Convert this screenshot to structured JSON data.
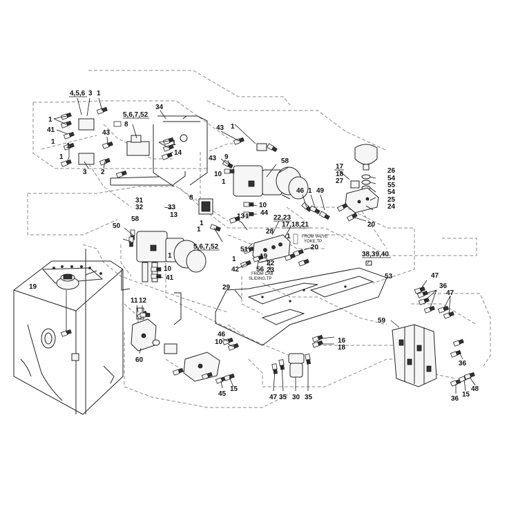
{
  "labels": {
    "l1": "4,5,6",
    "l2": "3",
    "l3": "1",
    "l4": "34",
    "l5": "5,6,7,52",
    "l6": "1",
    "l7": "41",
    "l8": "43",
    "l9": "8",
    "l10": "1",
    "l11": "1",
    "l12": "14",
    "l13": "3",
    "l14": "2",
    "l15": "1",
    "l16": "43",
    "l17": "1",
    "l18": "43",
    "l19": "9",
    "l20": "10",
    "l21": "1",
    "l22": "58",
    "l23": "17",
    "l24": "18",
    "l25": "27",
    "l26": "26",
    "l27": "54",
    "l28": "55",
    "l29": "54",
    "l30": "25",
    "l31": "24",
    "l32": "46",
    "l33": "1",
    "l34": "49",
    "l35": "20",
    "l36": "31",
    "l37": "32",
    "l38": "33",
    "l39": "13",
    "l40": "8",
    "l41": "10",
    "l42": "44",
    "l43": "13",
    "l44": "1",
    "l45": "22,23",
    "l46": "17,18,21",
    "l47": "28",
    "l48": "1",
    "l49": "20",
    "l50": "50",
    "l51": "58",
    "l52": "1",
    "l53": "5,6,7,52",
    "l54": "51",
    "l55": "19",
    "l56": "10",
    "l57": "41",
    "l58": "42",
    "l59": "56",
    "l60": "22",
    "l61": "23",
    "l62": "38,39,40",
    "l63": "53",
    "l64": "47",
    "l65": "36",
    "l66": "47",
    "l67": "19",
    "l68": "11",
    "l69": "12",
    "l70": "29",
    "l71": "59",
    "l72": "46",
    "l73": "10",
    "l74": "16",
    "l75": "18",
    "l76": "60",
    "l77": "36",
    "l78": "47",
    "l79": "35",
    "l80": "30",
    "l81": "35",
    "l82": "45",
    "l83": "15",
    "l84": "36",
    "l85": "15",
    "l86": "48",
    "l87": "1",
    "l88": "1",
    "l89": "1",
    "l90": "1"
  },
  "notes": {
    "from_valve": "FROM VALVE",
    "yoke": "YOKE,TP",
    "from_cab": "FROM CAB",
    "sliding": "SLIDING,TP"
  }
}
